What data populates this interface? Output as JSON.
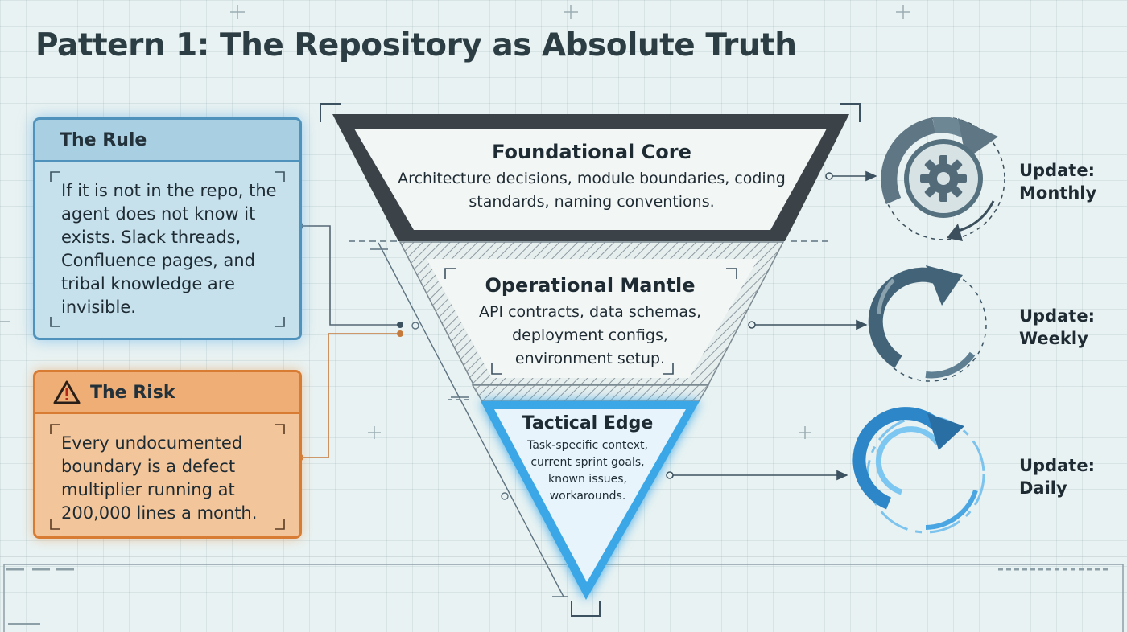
{
  "title": "Pattern 1: The Repository as Absolute Truth",
  "rule": {
    "heading": "The Rule",
    "text": "If it is not in the repo, the agent does not know it exists. Slack threads, Confluence pages, and tribal knowledge are invisible."
  },
  "risk": {
    "heading": "The Risk",
    "icon": "warning-triangle-icon",
    "text": "Every undocumented boundary is a defect multiplier running at 200,000 lines a month."
  },
  "layers": [
    {
      "title": "Foundational Core",
      "description": "Architecture decisions, module boundaries, coding standards, naming conventions.",
      "update_label": "Update:",
      "update_value": "Monthly",
      "icon": "gear-cycle-icon"
    },
    {
      "title": "Operational Mantle",
      "description": "API contracts, data schemas, deployment configs, environment setup.",
      "update_label": "Update:",
      "update_value": "Weekly",
      "icon": "refresh-cycle-icon"
    },
    {
      "title": "Tactical Edge",
      "description": "Task-specific context, current sprint goals, known issues, workarounds.",
      "update_label": "Update:",
      "update_value": "Daily",
      "icon": "fast-cycle-icon"
    }
  ],
  "colors": {
    "core_border": "#3b4348",
    "mantle_hatch": "#7c8a92",
    "edge_glow": "#3aa7e6",
    "rule_accent": "#4f93bd",
    "risk_accent": "#d87b33"
  }
}
